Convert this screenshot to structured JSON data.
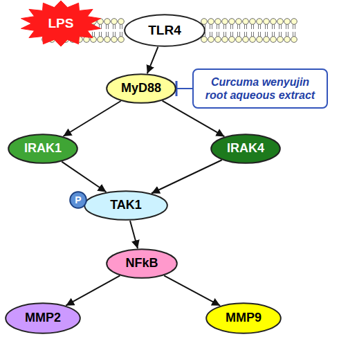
{
  "diagram": {
    "nodes": [
      {
        "text": [
          "LPS"
        ]
      },
      {
        "text": [
          "TLR4"
        ]
      },
      {
        "text": [
          "MyD88"
        ]
      },
      {
        "text": [
          "Curcuma wenyujin root aqueous extract"
        ]
      },
      {
        "text": [
          "IRAK1"
        ]
      },
      {
        "text": [
          "IRAK4"
        ]
      },
      {
        "text": [
          "P"
        ]
      },
      {
        "text": [
          "TAK1"
        ]
      },
      {
        "text": [
          "NFkB"
        ]
      },
      {
        "text": [
          "MMP2"
        ]
      },
      {
        "text": [
          "MMP9"
        ]
      }
    ],
    "edges": [
      {
        "from": 1,
        "to": 2,
        "arrow": "to"
      },
      {
        "from": 3,
        "to": 2,
        "arrow": "to"
      },
      {
        "from": 2,
        "to": 4,
        "arrow": "to"
      },
      {
        "from": 2,
        "to": 5,
        "arrow": "to"
      },
      {
        "from": 4,
        "to": 7,
        "arrow": "to"
      },
      {
        "from": 5,
        "to": 7,
        "arrow": "to"
      },
      {
        "from": 7,
        "to": 8,
        "arrow": "to"
      },
      {
        "from": 8,
        "to": 9,
        "arrow": "to"
      },
      {
        "from": 8,
        "to": 10,
        "arrow": "to"
      }
    ]
  }
}
